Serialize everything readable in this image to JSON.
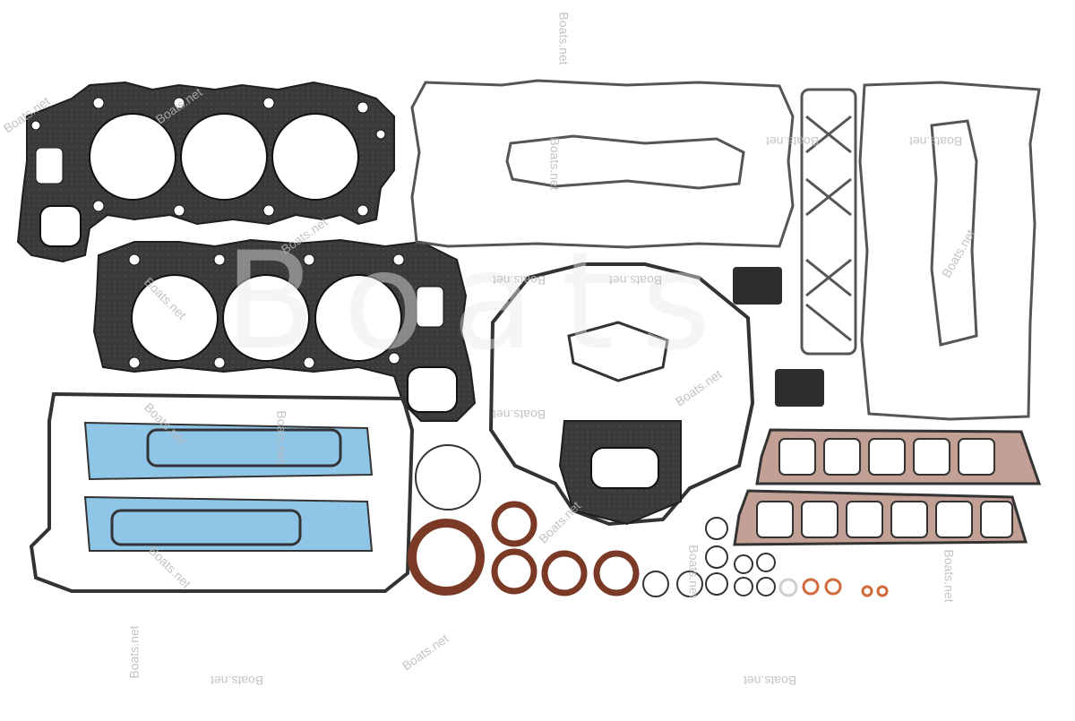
{
  "watermark": {
    "text": "Boats.net",
    "mirrored_text": "Boats.net",
    "big_text": "Boats",
    "color": "#b9b9b9"
  },
  "colors": {
    "gasket_dark": "#2b2b2b",
    "gasket_metal": "#6a6a6a",
    "gasket_blue": "#8fc6e8",
    "seal_brown": "#7a3a26",
    "copper": "#d16a3a",
    "cylinder_cutout": "#ffffff"
  }
}
